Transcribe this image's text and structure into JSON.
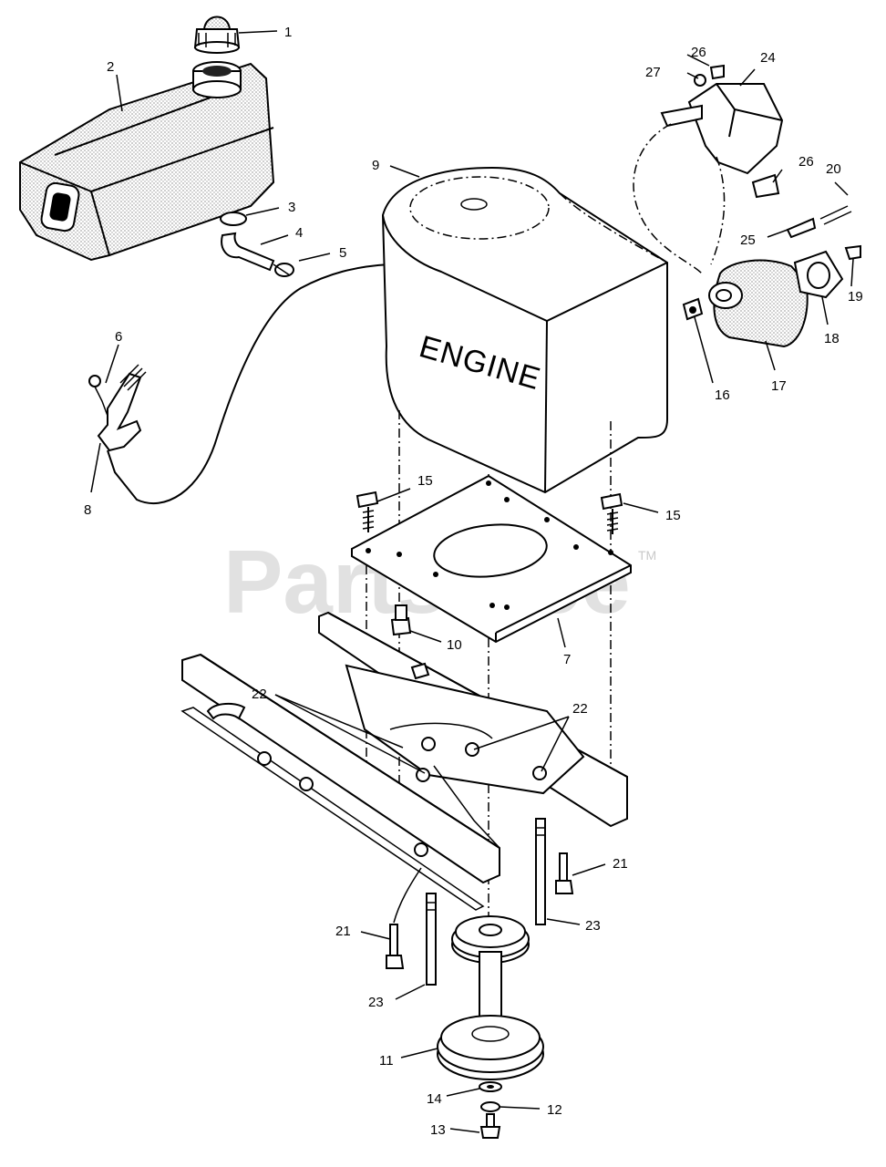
{
  "diagram": {
    "engine_text": "ENGINE",
    "watermark": "PartsTree",
    "trademark": "TM",
    "callouts": {
      "c1": "1",
      "c2": "2",
      "c3": "3",
      "c4": "4",
      "c5": "5",
      "c6": "6",
      "c7": "7",
      "c8": "8",
      "c9": "9",
      "c10": "10",
      "c11": "11",
      "c12": "12",
      "c13": "13",
      "c14": "14",
      "c15a": "15",
      "c15b": "15",
      "c16": "16",
      "c17": "17",
      "c18": "18",
      "c19": "19",
      "c20": "20",
      "c21a": "21",
      "c21b": "21",
      "c22a": "22",
      "c22b": "22",
      "c23a": "23",
      "c23b": "23",
      "c24": "24",
      "c25": "25",
      "c26a": "26",
      "c26b": "26",
      "c27": "27"
    }
  }
}
